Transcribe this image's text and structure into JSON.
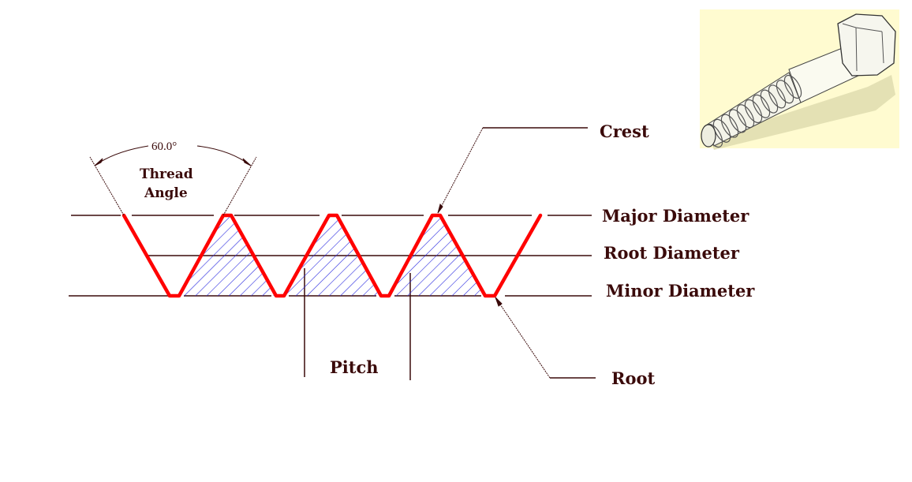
{
  "diagram": {
    "title": "Screw Thread Terminology",
    "angle_dimension": {
      "value_text": "60.0°",
      "label_line1": "Thread",
      "label_line2": "Angle"
    },
    "labels": {
      "crest": "Crest",
      "major_diameter": "Major Diameter",
      "root_diameter": "Root Diameter",
      "minor_diameter": "Minor Diameter",
      "root": "Root",
      "pitch": "Pitch"
    },
    "thread": {
      "profile": "V-thread",
      "thread_angle_deg": 60,
      "visible_crests": 3
    },
    "illustration": {
      "subject": "hex-head bolt",
      "caption": ""
    },
    "colors": {
      "profile": "#ff0000",
      "hatch": "#2020e0",
      "lines": "#3a0a0a",
      "illustration_bg": "#fffbd0"
    }
  }
}
